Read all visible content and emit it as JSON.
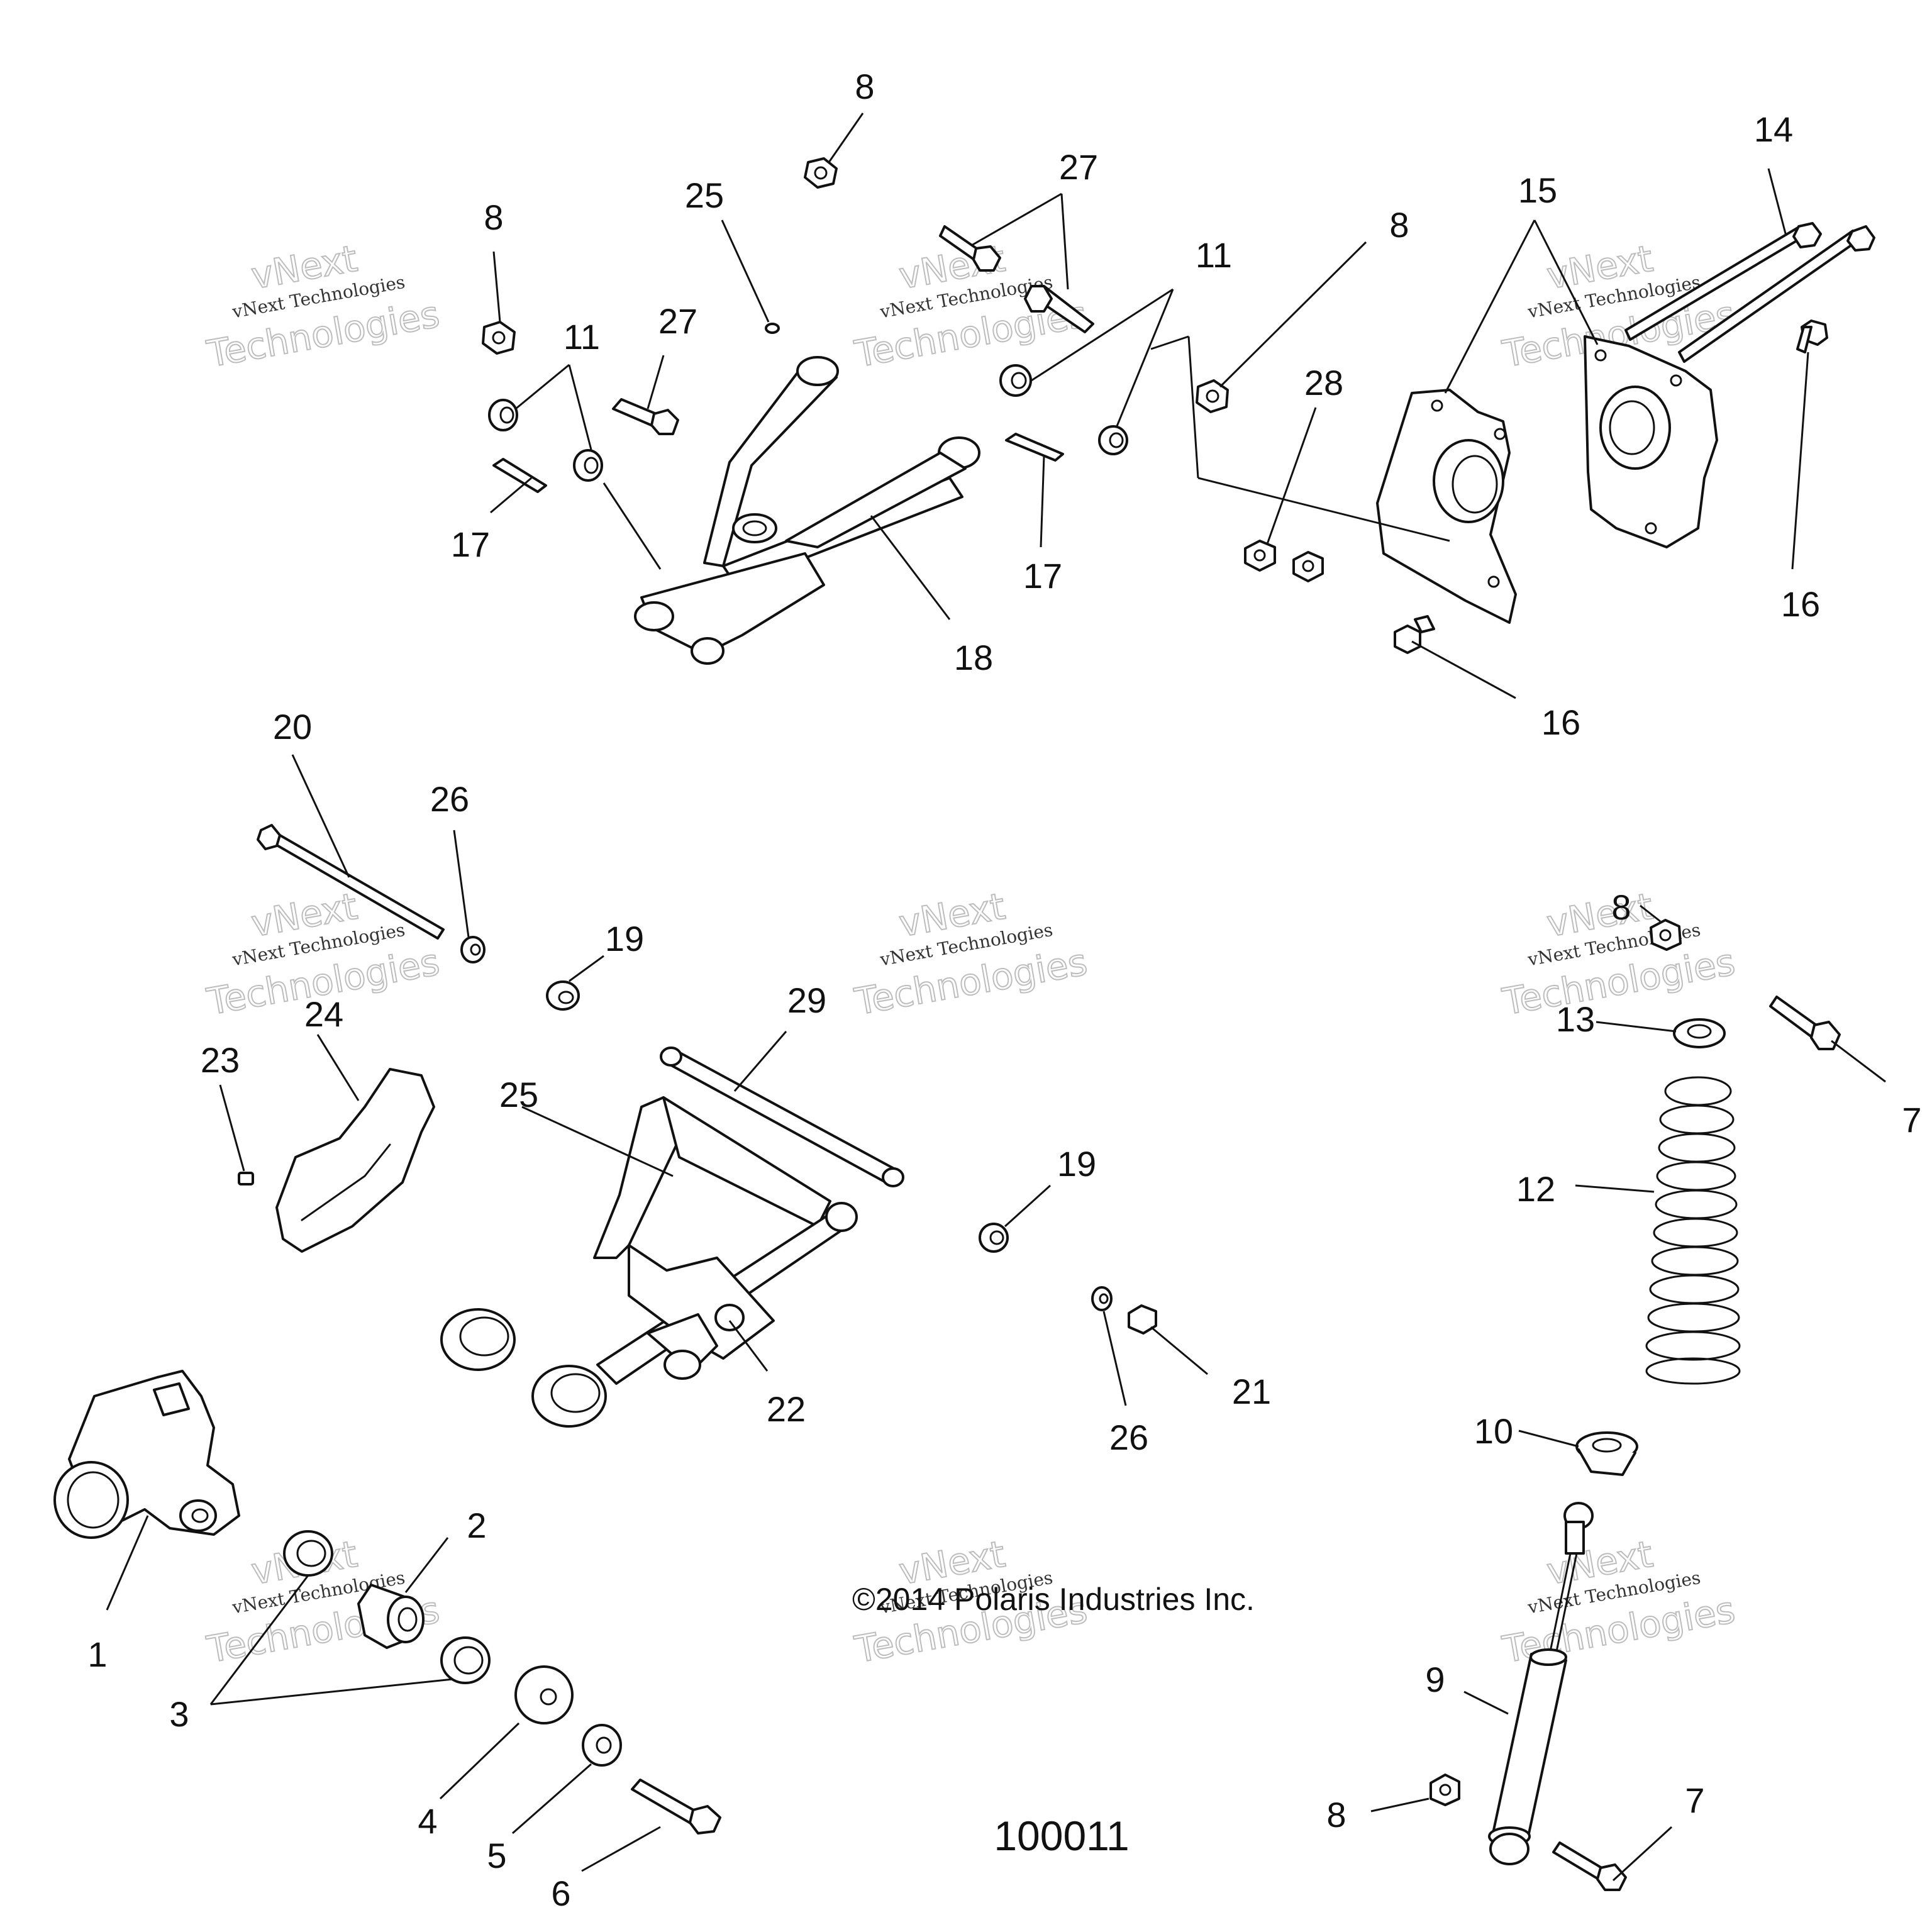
{
  "callouts": {
    "c1": "1",
    "c2": "2",
    "c3": "3",
    "c4": "4",
    "c5": "5",
    "c6": "6",
    "c7": "7",
    "c8": "8",
    "c9": "9",
    "c10": "10",
    "c11": "11",
    "c12": "12",
    "c13": "13",
    "c14": "14",
    "c15": "15",
    "c16": "16",
    "c17": "17",
    "c18": "18",
    "c19": "19",
    "c20": "20",
    "c21": "21",
    "c22": "22",
    "c23": "23",
    "c24": "24",
    "c25": "25",
    "c26": "26",
    "c27": "27",
    "c28": "28",
    "c29": "29"
  },
  "copyright": "©2014 Polaris Industries Inc.",
  "figure_number": "100011",
  "watermark": {
    "line1": "vNext",
    "line2": "vNext Technologies",
    "line3": "Technologies"
  }
}
